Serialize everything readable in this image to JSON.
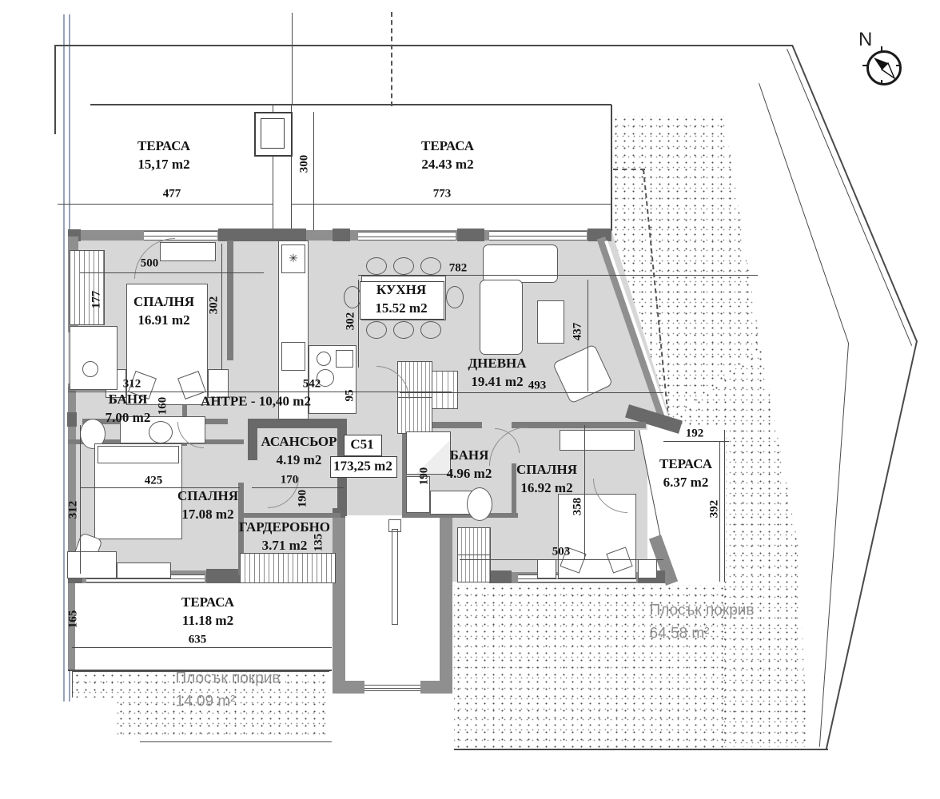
{
  "unit": {
    "id": "C51",
    "total_area": "173,25 m2"
  },
  "compass": {
    "label": "N"
  },
  "rooms": [
    {
      "name": "ТЕРАСА",
      "area": "15,17 m2"
    },
    {
      "name": "ТЕРАСА",
      "area": "24.43 m2"
    },
    {
      "name": "СПАЛНЯ",
      "area": "16.91 m2"
    },
    {
      "name": "КУХНЯ",
      "area": "15.52 m2"
    },
    {
      "name": "ДНЕВНА",
      "area": "19.41 m2"
    },
    {
      "name": "БАНЯ",
      "area": "7.00 m2"
    },
    {
      "name": "АНТРЕ - 10,40 m2"
    },
    {
      "name": "АСАНСЬОР",
      "area": "4.19 m2"
    },
    {
      "name": "БАНЯ",
      "area": "4.96 m2"
    },
    {
      "name": "СПАЛНЯ",
      "area": "16.92 m2"
    },
    {
      "name": "ТЕРАСА",
      "area": "6.37 m2"
    },
    {
      "name": "СПАЛНЯ",
      "area": "17.08 m2"
    },
    {
      "name": "ГАРДЕРОБНО",
      "area": "3.71 m2"
    },
    {
      "name": "ТЕРАСА",
      "area": "11.18 m2"
    }
  ],
  "roofs": [
    {
      "name": "Плосък покрив",
      "area": "14.09 m²"
    },
    {
      "name": "Плосък покрив",
      "area": "64.58 m²"
    }
  ],
  "dims": {
    "t1w": "477",
    "t2w": "773",
    "shaft": "300",
    "b1win": "500",
    "b1h": "302",
    "livw": "782",
    "kh": "302",
    "livh": "437",
    "livb": "493",
    "bath1w": "312",
    "bath1h": "160",
    "hallw": "542",
    "n95": "95",
    "b3w": "425",
    "b3h": "312",
    "elw": "170",
    "elh": "190",
    "bath2h": "190",
    "wrh": "135",
    "b2w": "503",
    "b2h": "358",
    "t3w": "192",
    "t3h": "392",
    "t4w": "635",
    "t4h": "165",
    "clh": "177"
  }
}
